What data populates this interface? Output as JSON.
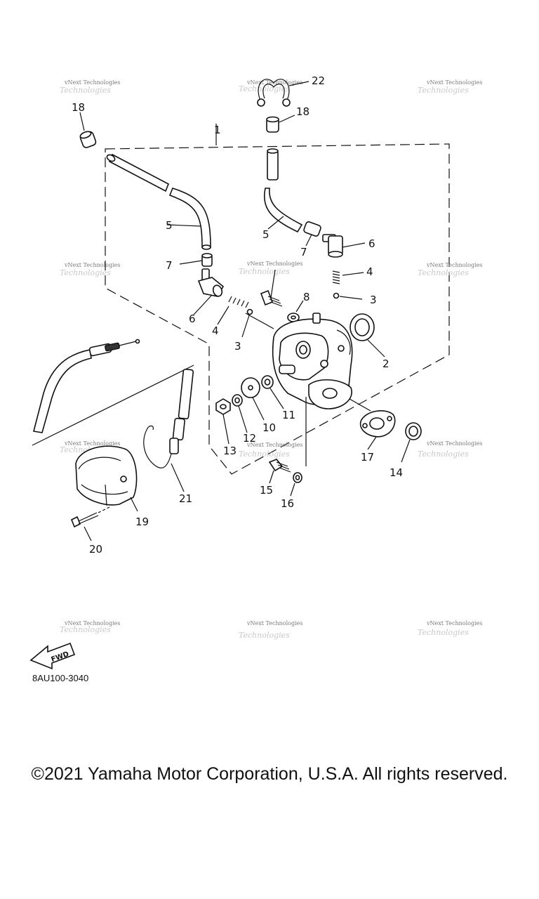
{
  "diagram_code": "8AU100-3040",
  "copyright": "©2021 Yamaha Motor Corporation, U.S.A. All rights reserved.",
  "fwd_label": "FWD",
  "watermark": "vNext Technologies",
  "callouts": {
    "c1": "1",
    "c2": "2",
    "c3a": "3",
    "c3b": "3",
    "c4a": "4",
    "c4b": "4",
    "c5a": "5",
    "c5b": "5",
    "c6a": "6",
    "c6b": "6",
    "c7a": "7",
    "c7b": "7",
    "c8": "8",
    "c10": "10",
    "c11": "11",
    "c12": "12",
    "c13": "13",
    "c14": "14",
    "c15": "15",
    "c16": "16",
    "c17": "17",
    "c18a": "18",
    "c18b": "18",
    "c19": "19",
    "c20": "20",
    "c21": "21",
    "c22": "22"
  }
}
